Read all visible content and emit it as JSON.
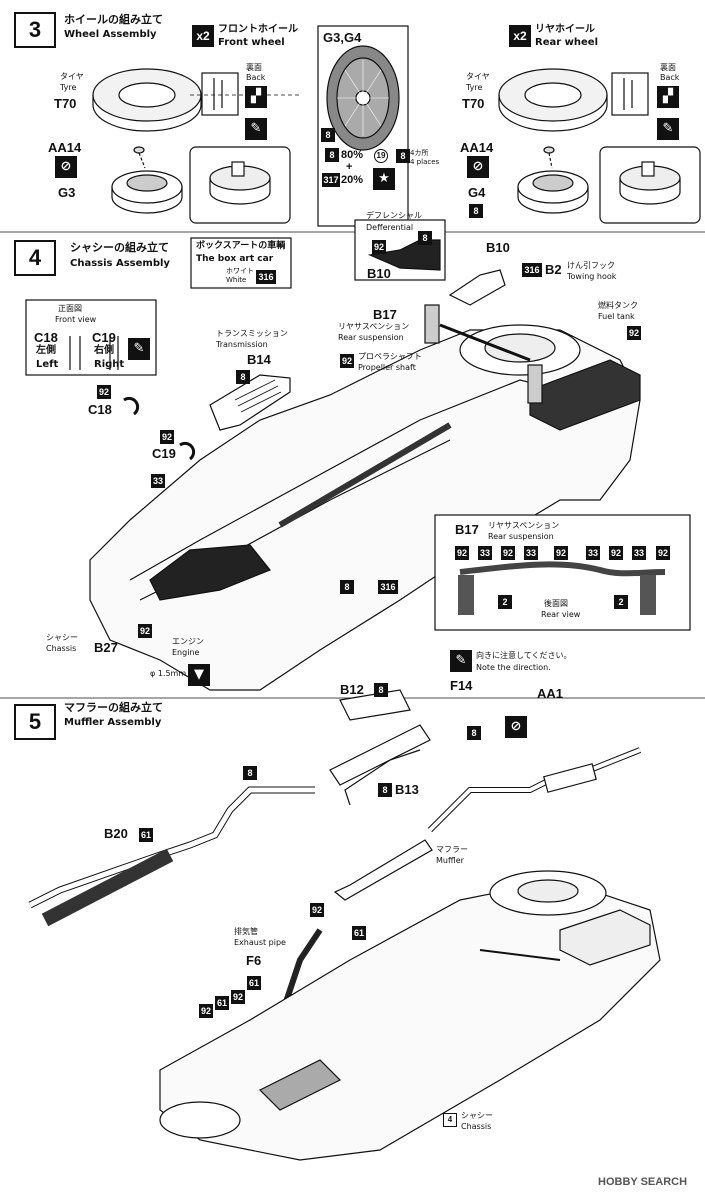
{
  "step3": {
    "number": "3",
    "title_jp": "ホイールの組み立て",
    "title_en": "Wheel Assembly",
    "front": {
      "count": "x2",
      "label_jp": "フロントホイール",
      "label_en": "Front wheel"
    },
    "rear": {
      "count": "x2",
      "label_jp": "リヤホイール",
      "label_en": "Rear wheel"
    },
    "tyre_jp": "タイヤ",
    "tyre_en": "Tyre",
    "tyre_part": "T70",
    "back_jp": "裏面",
    "back_en": "Back",
    "cap_part": "AA14",
    "front_wheel_part": "G3",
    "rear_wheel_part": "G4",
    "wheel_title": "G3,G4",
    "color_8": "8",
    "color_19": "19",
    "color_317": "317",
    "pct80": "80%",
    "plus": "+",
    "pct20": "20%",
    "places_jp": "4カ所",
    "places_en": "4 places"
  },
  "step4": {
    "number": "4",
    "title_jp": "シャシーの組み立て",
    "title_en": "Chassis Assembly",
    "box_art_jp": "ボックスアートの車輌",
    "box_art_en": "The box art car",
    "white_jp": "ホワイト",
    "white_en": "White",
    "white_code": "316",
    "diff_jp": "デフレンシャル",
    "diff_en": "Defferential",
    "diff_color": "8",
    "diff_color2": "92",
    "b10": "B10",
    "b2": "B2",
    "towing_jp": "けん引フック",
    "towing_en": "Towing hook",
    "fuel_jp": "燃料タンク",
    "fuel_en": "Fuel tank",
    "b17": "B17",
    "rear_susp_jp": "リヤサスペンション",
    "rear_susp_en": "Rear suspension",
    "prop_jp": "プロペラシャフト",
    "prop_en": "Propeller shaft",
    "front_view_jp": "正面図",
    "front_view_en": "Front view",
    "c18": "C18",
    "c19": "C19",
    "left_jp": "左側",
    "left_en": "Left",
    "right_jp": "右側",
    "right_en": "Right",
    "trans_jp": "トランスミッション",
    "trans_en": "Transmission",
    "b14": "B14",
    "chassis_jp": "シャシー",
    "chassis_en": "Chassis",
    "b27": "B27",
    "engine_jp": "エンジン",
    "engine_en": "Engine",
    "drill": "φ 1.5mm",
    "c92": "92",
    "c33": "33",
    "c8": "8",
    "c316": "316",
    "c2": "2",
    "back_view_jp": "後面図",
    "back_view_en": "Rear view",
    "susp_colors": [
      "92",
      "33",
      "92",
      "33",
      "92",
      "33",
      "92",
      "33",
      "92"
    ]
  },
  "step5": {
    "number": "5",
    "title_jp": "マフラーの組み立て",
    "title_en": "Muffler Assembly",
    "b12": "B12",
    "b13": "B13",
    "f14": "F14",
    "aa1": "AA1",
    "direction_jp": "向きに注意してください。",
    "direction_en": "Note the direction.",
    "b20": "B20",
    "muffler_jp": "マフラー",
    "muffler_en": "Muffler",
    "exhaust_jp": "排気管",
    "exhaust_en": "Exhaust pipe",
    "f6": "F6",
    "chassis_step": "4",
    "chassis_jp": "シャシー",
    "chassis_en": "Chassis",
    "c8": "8",
    "c61": "61",
    "c92": "92"
  },
  "footer": {
    "logo": "HOBBY SEARCH"
  },
  "icons": [
    "cement-icon",
    "paint-brush-icon",
    "star-mark-icon",
    "x2-icon",
    "flag-icon"
  ]
}
